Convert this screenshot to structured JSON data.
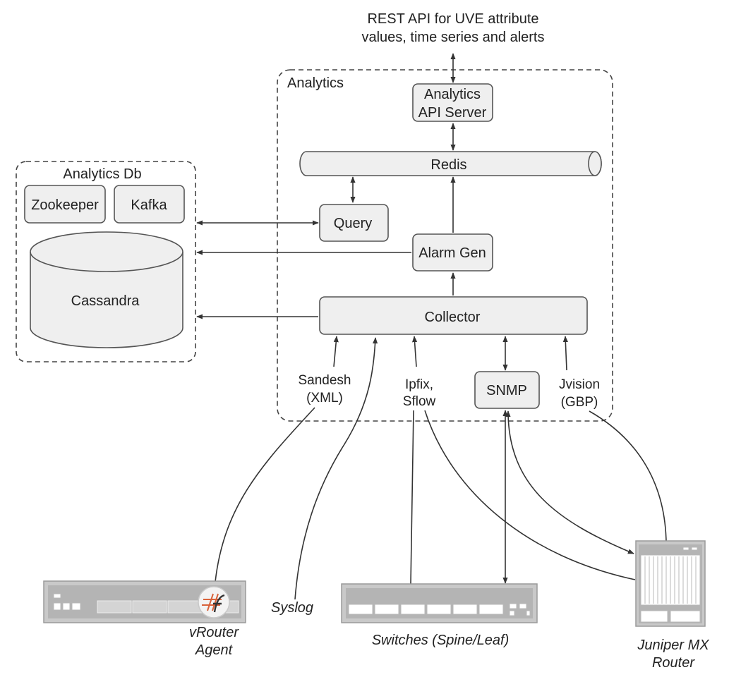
{
  "api": {
    "line1": "REST API for UVE attribute",
    "line2": "values, time series and alerts"
  },
  "analytics": {
    "group_label": "Analytics",
    "api_server_line1": "Analytics",
    "api_server_line2": "API Server",
    "redis": "Redis",
    "query": "Query",
    "alarm_gen": "Alarm Gen",
    "collector": "Collector",
    "snmp": "SNMP"
  },
  "analytics_db": {
    "group_label": "Analytics Db",
    "zookeeper": "Zookeeper",
    "kafka": "Kafka",
    "cassandra": "Cassandra"
  },
  "protocols": {
    "sandesh_line1": "Sandesh",
    "sandesh_line2": "(XML)",
    "ipfix_line1": "Ipfix,",
    "ipfix_line2": "Sflow",
    "jvision_line1": "Jvision",
    "jvision_line2": "(GBP)",
    "syslog": "Syslog"
  },
  "devices": {
    "vrouter_line1": "vRouter",
    "vrouter_line2": "Agent",
    "switches": "Switches (Spine/Leaf)",
    "juniper_line1": "Juniper MX",
    "juniper_line2": "Router"
  },
  "colors": {
    "box_fill": "#efefef",
    "box_stroke": "#555555",
    "line": "#333333",
    "device": "#c9c9c9"
  }
}
